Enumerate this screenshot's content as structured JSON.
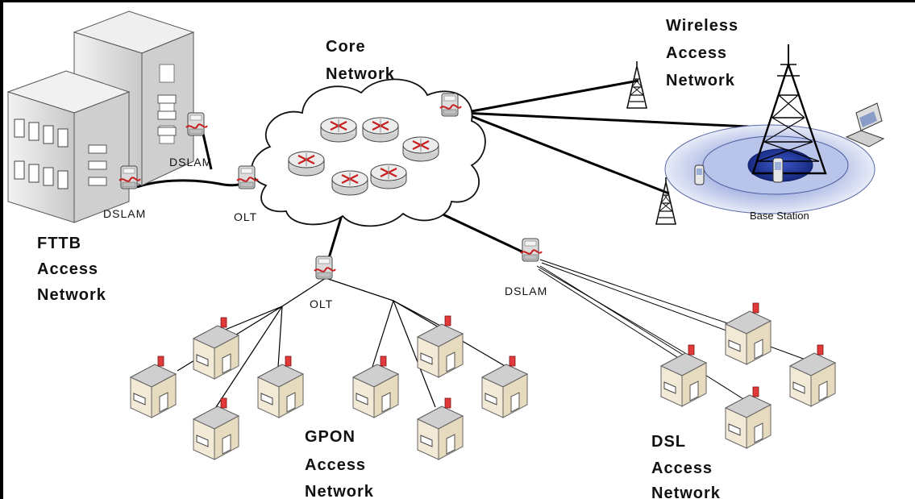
{
  "titles": {
    "core": [
      "Core",
      "Network"
    ],
    "wireless": [
      "Wireless",
      "Access",
      "Network"
    ],
    "fttb": [
      "FTTB",
      "Access",
      "Network"
    ],
    "gpon": [
      "GPON",
      "Access",
      "Network"
    ],
    "dsl": [
      "DSL",
      "Access",
      "Network"
    ]
  },
  "labels": {
    "dslam_top": "DSLAM",
    "dslam_mid": "DSLAM",
    "olt_left": "OLT",
    "olt_gpon": "OLT",
    "dslam_dsl": "DSLAM",
    "base_station": "Base Station"
  },
  "colors": {
    "line": "#000000",
    "house_wall": "#efe6cf",
    "house_roof": "#cfcfcf",
    "chimney": "#e23a3a",
    "cloud": "#ffffff",
    "coverage_outer": "#bcc6e6",
    "coverage_inner": "#1c2f86",
    "device_body": "#d9d9d9",
    "device_accent": "#c81e1e"
  },
  "icons": [
    "building-icon",
    "dslam-icon",
    "olt-icon",
    "router-icon",
    "cloud-icon",
    "house-icon",
    "antenna-tower-icon",
    "laptop-icon",
    "mobile-phone-icon"
  ]
}
